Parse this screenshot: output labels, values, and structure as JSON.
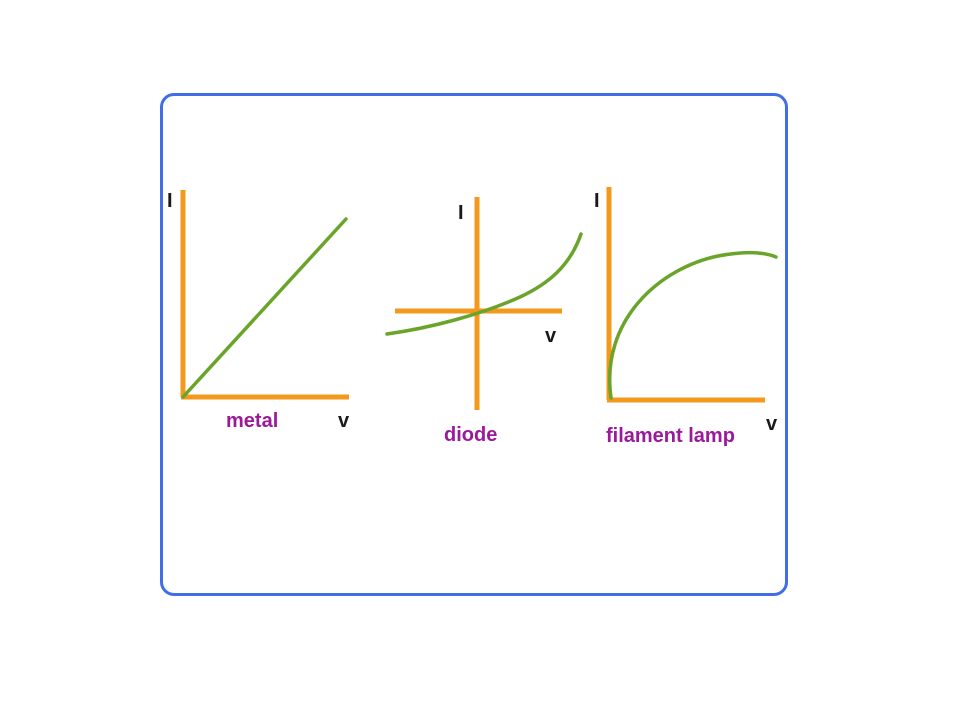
{
  "colors": {
    "axis": "#f39a1e",
    "curve": "#6aa42a",
    "label": "#9b1a9b",
    "frame": "#3f6ee8",
    "axis_text": "#1a1a1a"
  },
  "graphs": [
    {
      "id": "metal",
      "label": "metal",
      "y_axis_label": "I",
      "x_axis_label": "v",
      "relationship": "linear through origin"
    },
    {
      "id": "diode",
      "label": "diode",
      "y_axis_label": "I",
      "x_axis_label": "v",
      "relationship": "exponential, axes crossing at origin"
    },
    {
      "id": "filament-lamp",
      "label": "filament lamp",
      "y_axis_label": "I",
      "x_axis_label": "v",
      "relationship": "rises then levels off"
    }
  ]
}
